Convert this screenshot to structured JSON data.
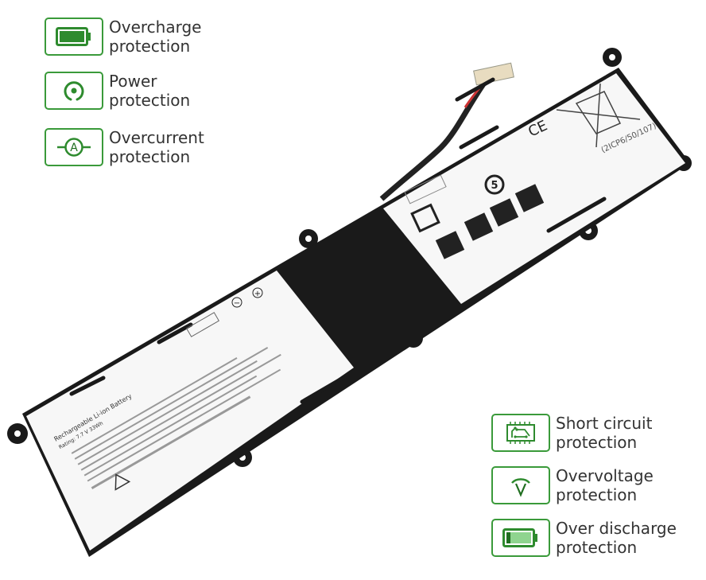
{
  "features_left": [
    {
      "icon": "battery-full-icon",
      "line1": "Overcharge",
      "line2": "protection"
    },
    {
      "icon": "power-icon",
      "line1": "Power",
      "line2": "protection"
    },
    {
      "icon": "ammeter-icon",
      "line1": "Overcurrent",
      "line2": "protection"
    }
  ],
  "features_right": [
    {
      "icon": "circuit-board-icon",
      "line1": "Short circuit",
      "line2": "protection"
    },
    {
      "icon": "voltmeter-icon",
      "line1": "Overvoltage",
      "line2": "protection"
    },
    {
      "icon": "battery-low-icon",
      "line1": "Over discharge",
      "line2": "protection"
    }
  ],
  "battery": {
    "label_title": "Rechargeable Li-ion Battery",
    "rating": "Rating: 7.7 V  33Wh",
    "cell_code": "(2ICP6/50/107)",
    "ce_mark": "CE",
    "recycle_number": "5",
    "minus": "−",
    "plus": "+"
  },
  "colors": {
    "accent": "#3a9a3a",
    "accent_fill": "#2e8b2e",
    "accent_light": "#8fd48f"
  }
}
